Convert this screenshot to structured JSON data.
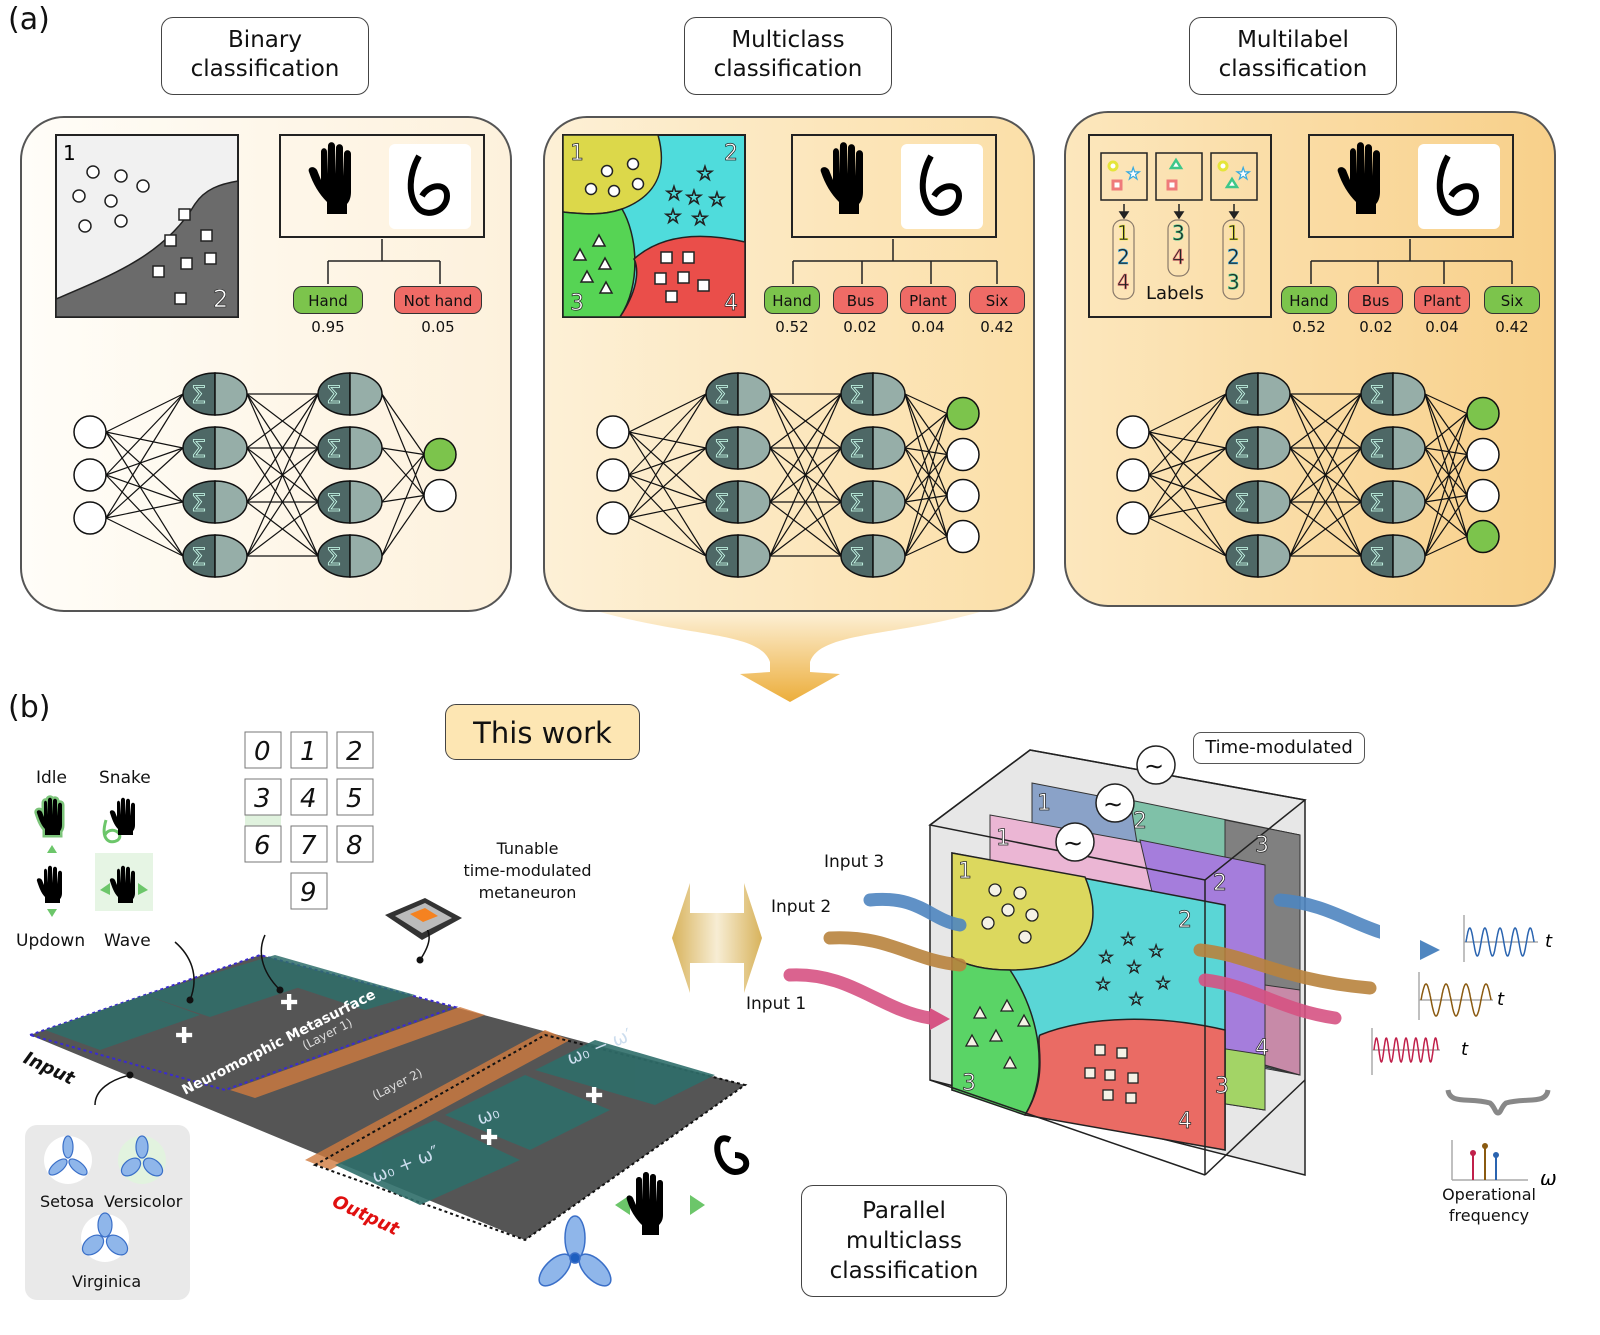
{
  "panel_a": {
    "label": "(a)",
    "columns": [
      {
        "title_line1": "Binary",
        "title_line2": "classification",
        "scatter": {
          "class_numbers": [
            "1",
            "2"
          ],
          "colors": {
            "region1": "#f1f1f1",
            "region2": "#6b6b6b"
          }
        },
        "inputs": [
          "hand-icon",
          "digit-six"
        ],
        "outputs": [
          {
            "label": "Hand",
            "prob": "0.95",
            "state": "positive"
          },
          {
            "label": "Not hand",
            "prob": "0.05",
            "state": "negative"
          }
        ],
        "network": {
          "input_nodes": 3,
          "hidden_layers": [
            4,
            4
          ],
          "output_nodes": 2,
          "active_outputs": [
            0
          ],
          "neuron_symbol": "Σ"
        }
      },
      {
        "title_line1": "Multiclass",
        "title_line2": "classification",
        "scatter": {
          "class_numbers": [
            "1",
            "2",
            "3",
            "4"
          ],
          "colors": {
            "region1": "#dcd84a",
            "region2": "#4fdcdc",
            "region3": "#56d454",
            "region4": "#ea4e4a"
          }
        },
        "inputs": [
          "hand-icon",
          "digit-six"
        ],
        "outputs": [
          {
            "label": "Hand",
            "prob": "0.52",
            "state": "positive"
          },
          {
            "label": "Bus",
            "prob": "0.02",
            "state": "negative"
          },
          {
            "label": "Plant",
            "prob": "0.04",
            "state": "negative"
          },
          {
            "label": "Six",
            "prob": "0.42",
            "state": "negative"
          }
        ],
        "network": {
          "input_nodes": 3,
          "hidden_layers": [
            4,
            4
          ],
          "output_nodes": 4,
          "active_outputs": [
            0
          ],
          "neuron_symbol": "Σ"
        }
      },
      {
        "title_line1": "Multilabel",
        "title_line2": "classification",
        "labels_caption": "Labels",
        "label_sets": [
          [
            "1",
            "2",
            "4"
          ],
          [
            "3",
            "4"
          ],
          [
            "1",
            "2",
            "3"
          ]
        ],
        "inputs": [
          "hand-icon",
          "digit-six"
        ],
        "outputs": [
          {
            "label": "Hand",
            "prob": "0.52",
            "state": "positive"
          },
          {
            "label": "Bus",
            "prob": "0.02",
            "state": "negative"
          },
          {
            "label": "Plant",
            "prob": "0.04",
            "state": "negative"
          },
          {
            "label": "Six",
            "prob": "0.42",
            "state": "positive"
          }
        ],
        "network": {
          "input_nodes": 3,
          "hidden_layers": [
            4,
            4
          ],
          "output_nodes": 4,
          "active_outputs": [
            0,
            3
          ],
          "neuron_symbol": "Σ"
        }
      }
    ]
  },
  "panel_b": {
    "label": "(b)",
    "this_work": "This work",
    "gestures": [
      "Idle",
      "Snake",
      "Updown",
      "Wave"
    ],
    "digits": [
      "0",
      "1",
      "2",
      "3",
      "4",
      "5",
      "6",
      "7",
      "8",
      "9"
    ],
    "metaneuron_caption": [
      "Tunable",
      "time-modulated",
      "metaneuron"
    ],
    "metasurface_title": "Neuromorphic Metasurface",
    "layer1": "(Layer 1)",
    "layer2": "(Layer 2)",
    "input_label": "Input",
    "output_label": "Output",
    "output_freqs": [
      "ω₀ − ω′",
      "ω₀",
      "ω₀ + ω″"
    ],
    "iris_classes": [
      "Setosa",
      "Versicolor",
      "Virginica"
    ],
    "time_modulated": "Time-modulated",
    "inputs": [
      "Input 3",
      "Input 2",
      "Input 1"
    ],
    "input_colors": [
      "#4f86c0",
      "#b9833e",
      "#d65383"
    ],
    "axis_t": "t",
    "axis_omega": "ω",
    "freq_caption": [
      "Operational",
      "frequency"
    ],
    "layer_numbers": [
      "1",
      "2",
      "3",
      "4"
    ],
    "pmc_caption": [
      "Parallel",
      "multiclass",
      "classification"
    ]
  }
}
